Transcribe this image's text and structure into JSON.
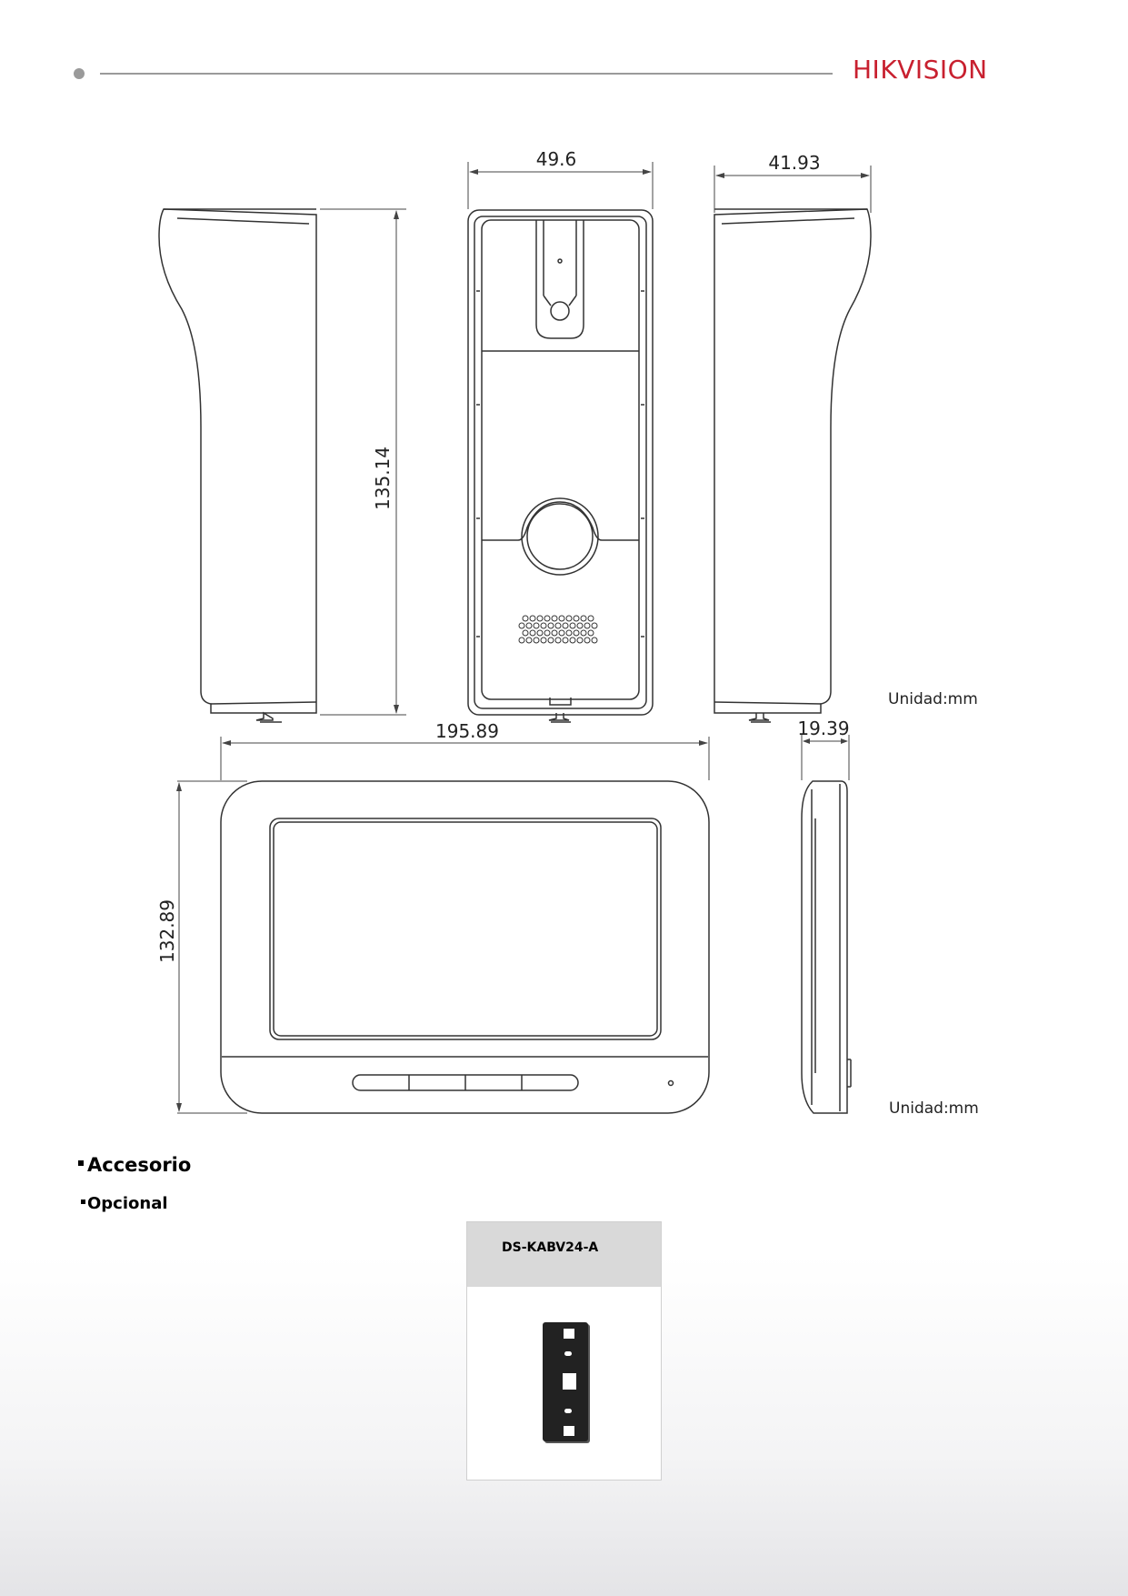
{
  "header": {
    "brand": "HIKVISION"
  },
  "door_station_dims": {
    "width": "49.6",
    "depth": "41.93",
    "height": "135.14",
    "unit_label": "Unidad:mm"
  },
  "monitor_dims": {
    "width": "195.89",
    "depth": "19.39",
    "height": "132.89",
    "unit_label": "Unidad:mm"
  },
  "sections": {
    "accessory_title": "Accesorio",
    "optional_title": "Opcional"
  },
  "accessory": {
    "model": "DS-KABV24-A"
  }
}
